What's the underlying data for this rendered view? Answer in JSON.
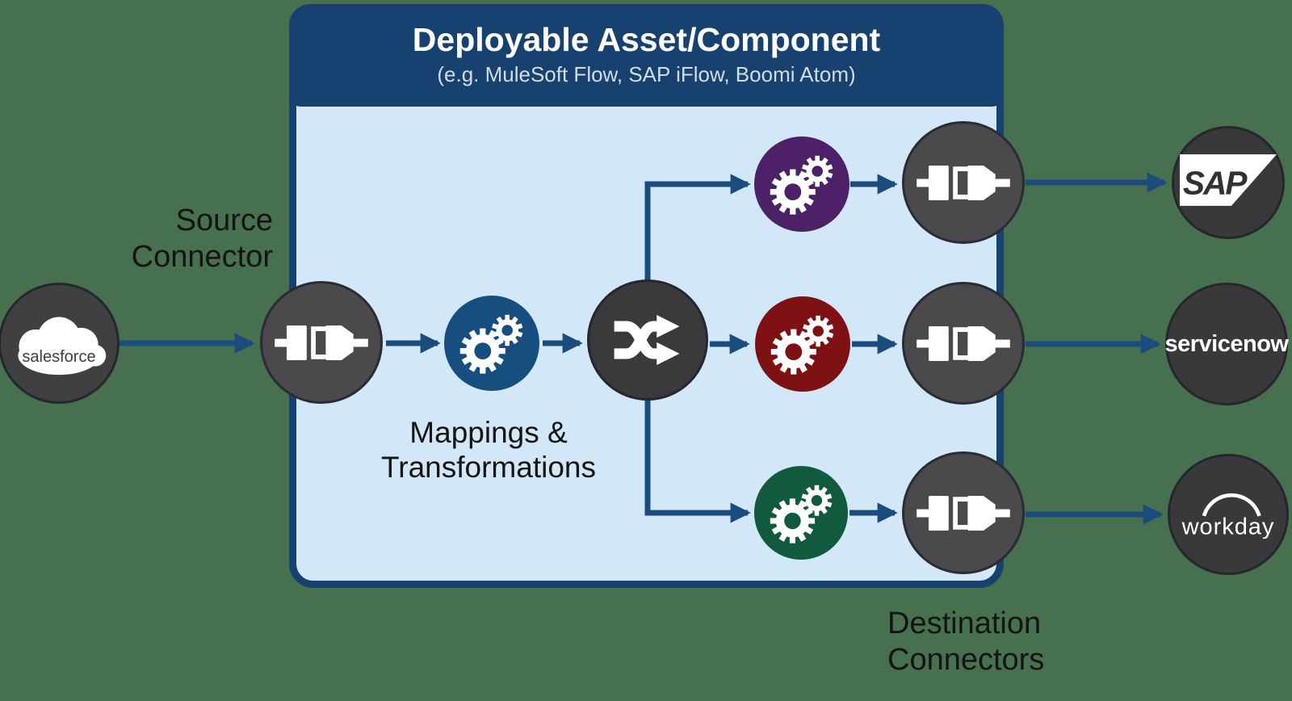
{
  "canvas": {
    "background_color": "#47704F"
  },
  "panel": {
    "title": "Deployable Asset/Component",
    "subtitle": "(e.g. MuleSoft Flow, SAP iFlow, Boomi Atom)",
    "header_color": "#17426F",
    "body_color": "#D2E8F8",
    "border_color": "#17426F"
  },
  "labels": {
    "source_connector": {
      "line1": "Source",
      "line2": "Connector"
    },
    "mappings": {
      "line1": "Mappings &",
      "line2": "Transformations"
    },
    "destination_connectors": {
      "line1": "Destination",
      "line2": "Connectors"
    }
  },
  "nodes": {
    "salesforce": {
      "label": "salesforce",
      "icon": "salesforce-cloud-icon",
      "color": "#404043"
    },
    "source_connector": {
      "icon": "plug-icon",
      "color": "#4A4A4C"
    },
    "mappings_transformations": {
      "icon": "gears-icon",
      "color": "#174E80"
    },
    "router": {
      "icon": "shuffle-icon",
      "color": "#3A3A3C"
    },
    "transform_top": {
      "icon": "gears-icon",
      "color": "#4C2167"
    },
    "transform_middle": {
      "icon": "gears-icon",
      "color": "#7D1113"
    },
    "transform_bottom": {
      "icon": "gears-icon",
      "color": "#115A3D"
    },
    "destination_connector_top": {
      "icon": "plug-icon",
      "color": "#4A4A4C"
    },
    "destination_connector_middle": {
      "icon": "plug-icon",
      "color": "#4A4A4C"
    },
    "destination_connector_bottom": {
      "icon": "plug-icon",
      "color": "#4A4A4C"
    },
    "sap": {
      "label": "SAP",
      "color": "#39393C"
    },
    "servicenow": {
      "label": "servicenow",
      "color": "#39393C"
    },
    "workday": {
      "label": "workday",
      "color": "#39393C"
    }
  },
  "arrow_color": "#1A4C7D"
}
